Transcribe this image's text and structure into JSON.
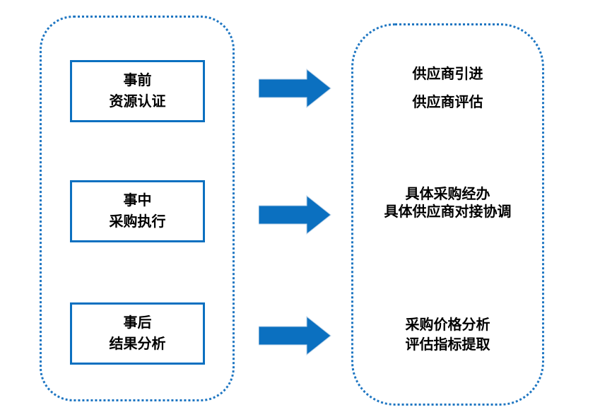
{
  "diagram": {
    "type": "process-flow",
    "colors": {
      "solid_blue": "#0b70c0",
      "dotted_border_blue": "#1e76c2",
      "arrow_blue": "#0b70c0",
      "arrow_edge": "#bcd3e8",
      "text": "#000000",
      "background": "#ffffff"
    }
  },
  "left_panel": {
    "stages": [
      {
        "lines": [
          "事前",
          "资源认证"
        ]
      },
      {
        "lines": [
          "事中",
          "采购执行"
        ]
      },
      {
        "lines": [
          "事后",
          "结果分析"
        ]
      }
    ]
  },
  "arrows": [
    {
      "name": "arrow-pre-to-tasks"
    },
    {
      "name": "arrow-mid-to-tasks"
    },
    {
      "name": "arrow-post-to-tasks"
    }
  ],
  "right_panel": {
    "sections": [
      {
        "lines": [
          "供应商引进",
          "供应商评估"
        ]
      },
      {
        "lines": [
          "具体采购经办",
          "具体供应商对接协调"
        ]
      },
      {
        "lines": [
          "采购价格分析",
          "评估指标提取"
        ]
      }
    ]
  }
}
